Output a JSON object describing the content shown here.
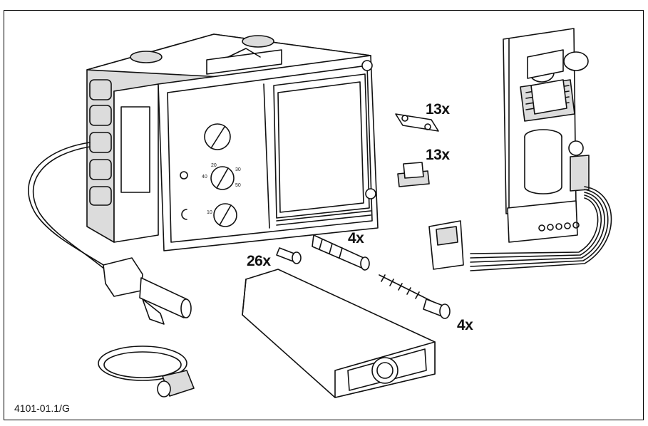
{
  "figure_id": "4101-01.1/G",
  "parts": [
    {
      "quantity": "13x"
    },
    {
      "quantity": "13x"
    },
    {
      "quantity": "4x"
    },
    {
      "quantity": "26x"
    },
    {
      "quantity": "4x"
    }
  ],
  "dial_ticks": [
    "20",
    "30",
    "40",
    "50",
    "10"
  ]
}
